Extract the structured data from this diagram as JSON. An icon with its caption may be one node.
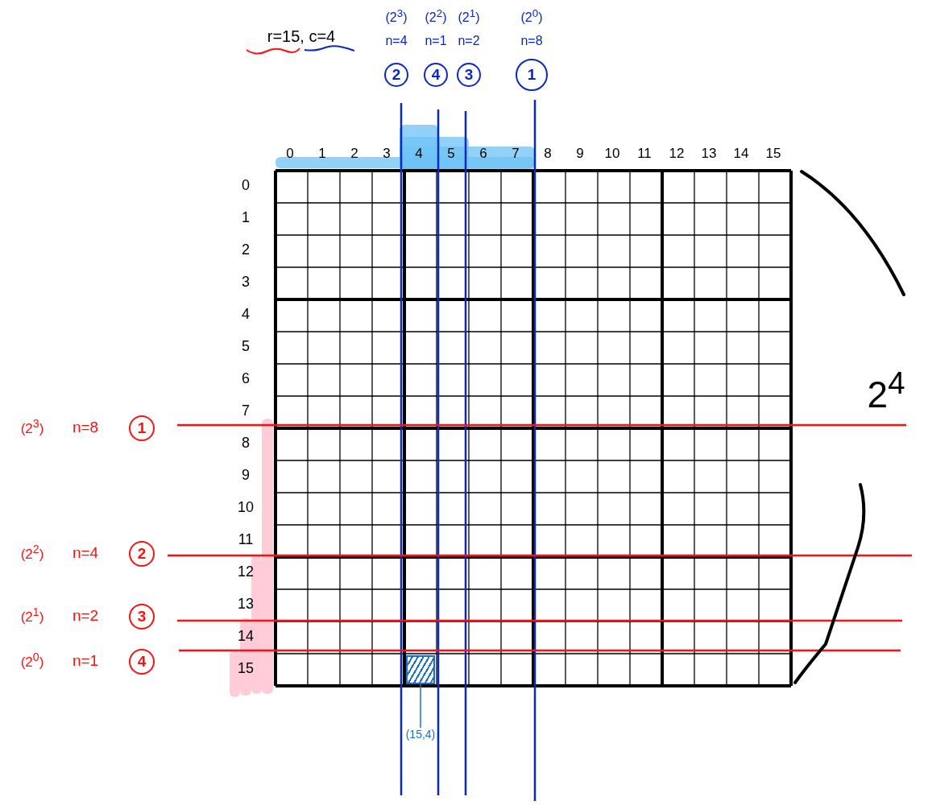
{
  "diagram": {
    "nodes": [
      {
        "text": [
          "(15,4)"
        ]
      },
      {
        "text": [],
        "shape": "box"
      }
    ],
    "edges": [
      {
        "from": 0,
        "to": 1,
        "arrow": "none"
      }
    ],
    "labels": [
      "r=15, c=4",
      "(2$^{3}$)",
      "(2$^{2}$)",
      "(2$^{1}$)",
      "(2$^{0}$)",
      "n=4",
      "n=1",
      "n=2",
      "n=8",
      "2",
      "4",
      "3",
      "1",
      "0",
      "1",
      "2",
      "3",
      "4",
      "5",
      "6",
      "7",
      "8",
      "9",
      "10",
      "11",
      "12",
      "13",
      "14",
      "15",
      "0",
      "1",
      "2",
      "3",
      "4",
      "5",
      "6",
      "7",
      "8",
      "9",
      "10",
      "11",
      "12",
      "13",
      "14",
      "15",
      "(2$^{3}$)",
      "(2$^{2}$)",
      "(2$^{1}$)",
      "(2$^{0}$)",
      "n=8",
      "n=4",
      "n=2",
      "n=1",
      "1",
      "2",
      "3",
      "4",
      "2$^{4}$"
    ]
  }
}
